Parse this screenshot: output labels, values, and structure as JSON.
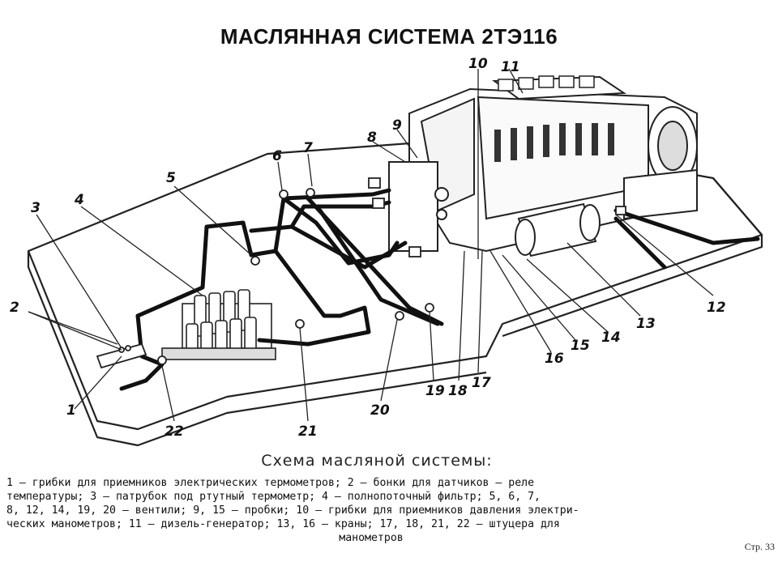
{
  "title": "МАСЛЯННАЯ СИСТЕМА 2ТЭ116",
  "caption": {
    "heading": "Схема масляной системы:",
    "lines": [
      "1 — грибки для приемников электрических термометров; 2 — бонки для датчиков — реле",
      "температуры; 3 — патрубок под ртутный термометр; 4 — полнопоточный фильтр; 5, 6, 7,",
      "8, 12, 14, 19, 20 — вентили; 9, 15 — пробки; 10 — грибки для приемников давления электри-",
      "ческих манометров; 11 — дизель-генератор; 13, 16 — краны; 17, 18, 21, 22 — штуцера для",
      "манометров"
    ]
  },
  "page_number": "Стр. 33",
  "callouts": [
    "1",
    "2",
    "3",
    "4",
    "5",
    "6",
    "7",
    "8",
    "9",
    "10",
    "11",
    "12",
    "13",
    "14",
    "15",
    "16",
    "17",
    "18",
    "19",
    "20",
    "21",
    "22"
  ]
}
